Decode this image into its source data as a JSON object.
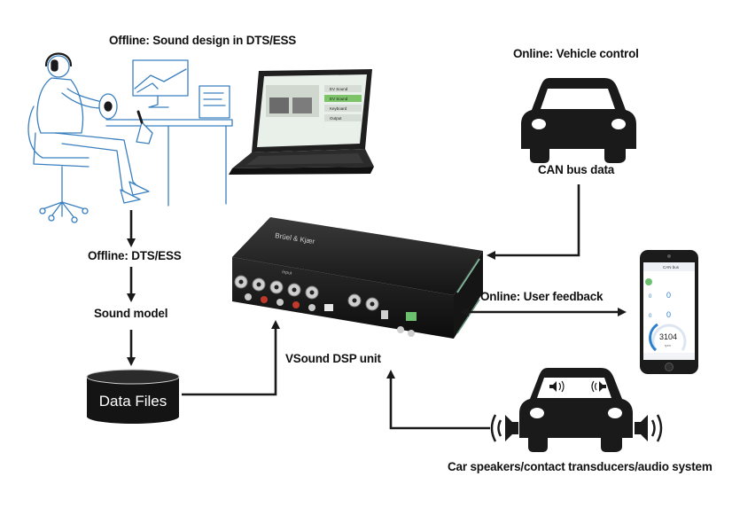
{
  "labels": {
    "offline_design": "Offline: Sound design in DTS/ESS",
    "online_vehicle": "Online: Vehicle control",
    "can_bus": "CAN bus data",
    "offline_dts": "Offline: DTS/ESS",
    "sound_model": "Sound model",
    "data_files": "Data Files",
    "vsound_unit": "VSound DSP unit",
    "user_feedback": "Online: User feedback",
    "speakers": "Car speakers/contact transducers/audio system"
  },
  "device": {
    "brand": "Brüel & Kjær",
    "port_label": "Input"
  },
  "phone": {
    "app_title": "CAN bus",
    "value_top_left": "0",
    "value_top_right": "0",
    "value_mid_left": "0",
    "value_mid_right": "0",
    "value_main": "3104",
    "unit_main": "rpm"
  },
  "laptop": {
    "rows": [
      "EV Sound",
      "EV Sound",
      "Keyboard",
      "Output"
    ]
  },
  "colors": {
    "ink": "#1a1a1a",
    "sketch": "#3a7fbf",
    "accent_green": "#6cc070",
    "phone_blue": "#2d7fd0"
  }
}
